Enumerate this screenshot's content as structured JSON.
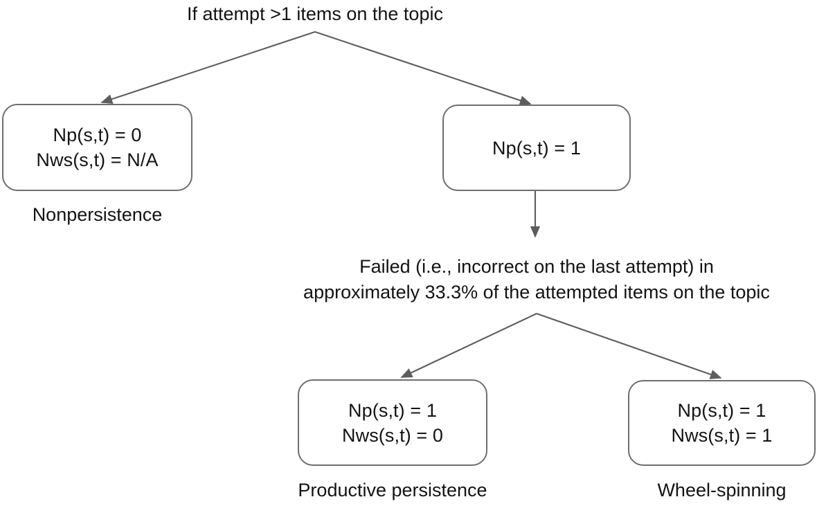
{
  "diagram": {
    "title_text": "If attempt >1 items on the topic",
    "condition_text_line1": "Failed (i.e., incorrect on the last attempt) in",
    "condition_text_line2": "approximately 33.3% of the attempted items on the topic",
    "stroke_color": "#6e6e6e",
    "text_color": "#131313",
    "background_color": "#ffffff",
    "nodes": [
      {
        "id": "nonpersistence",
        "line1": "Np(s,t) = 0",
        "line2": "Nws(s,t) = N/A",
        "caption": "Nonpersistence"
      },
      {
        "id": "persistence",
        "line1": "Np(s,t) = 1",
        "line2": "",
        "caption": ""
      },
      {
        "id": "productive",
        "line1": "Np(s,t) = 1",
        "line2": "Nws(s,t) = 0",
        "caption": "Productive persistence"
      },
      {
        "id": "wheelspinning",
        "line1": "Np(s,t) = 1",
        "line2": "Nws(s,t) = 1",
        "caption": "Wheel-spinning"
      }
    ]
  }
}
